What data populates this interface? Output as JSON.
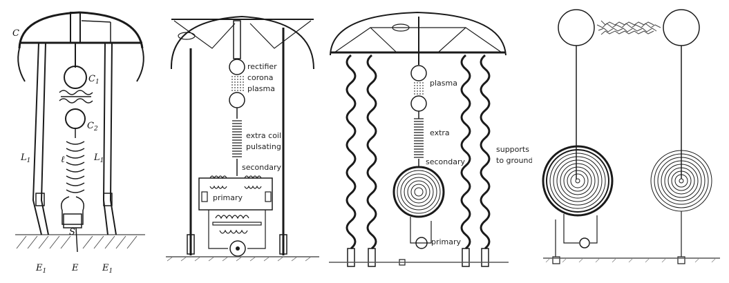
{
  "colors": {
    "ink": "#1a1a1a",
    "paper": "#ffffff",
    "ground": "#555555"
  },
  "panel1": {
    "labels": {
      "c": "C",
      "c1": "C",
      "c1_sub": "1",
      "c2": "C",
      "c2_sub": "2",
      "l1_left": "L",
      "l1_left_sub": "1",
      "l_coil": "ℓ",
      "l1_right": "L",
      "l1_right_sub": "1",
      "s": "S",
      "e1_left": "E",
      "e1_left_sub": "1",
      "e": "E",
      "e1_right": "E",
      "e1_right_sub": "1"
    }
  },
  "panel2": {
    "labels": {
      "rectifier": "rectifier",
      "corona": "corona",
      "plasma": "plasma",
      "extra_coil": "extra coil",
      "pulsating": "pulsating",
      "secondary": "secondary",
      "primary": "primary"
    }
  },
  "panel3": {
    "labels": {
      "plasma": "plasma",
      "extra": "extra",
      "secondary": "secondary",
      "supports": "supports",
      "to_ground": "to ground",
      "primary": "primary"
    }
  },
  "panel4": {
    "labels": {}
  }
}
